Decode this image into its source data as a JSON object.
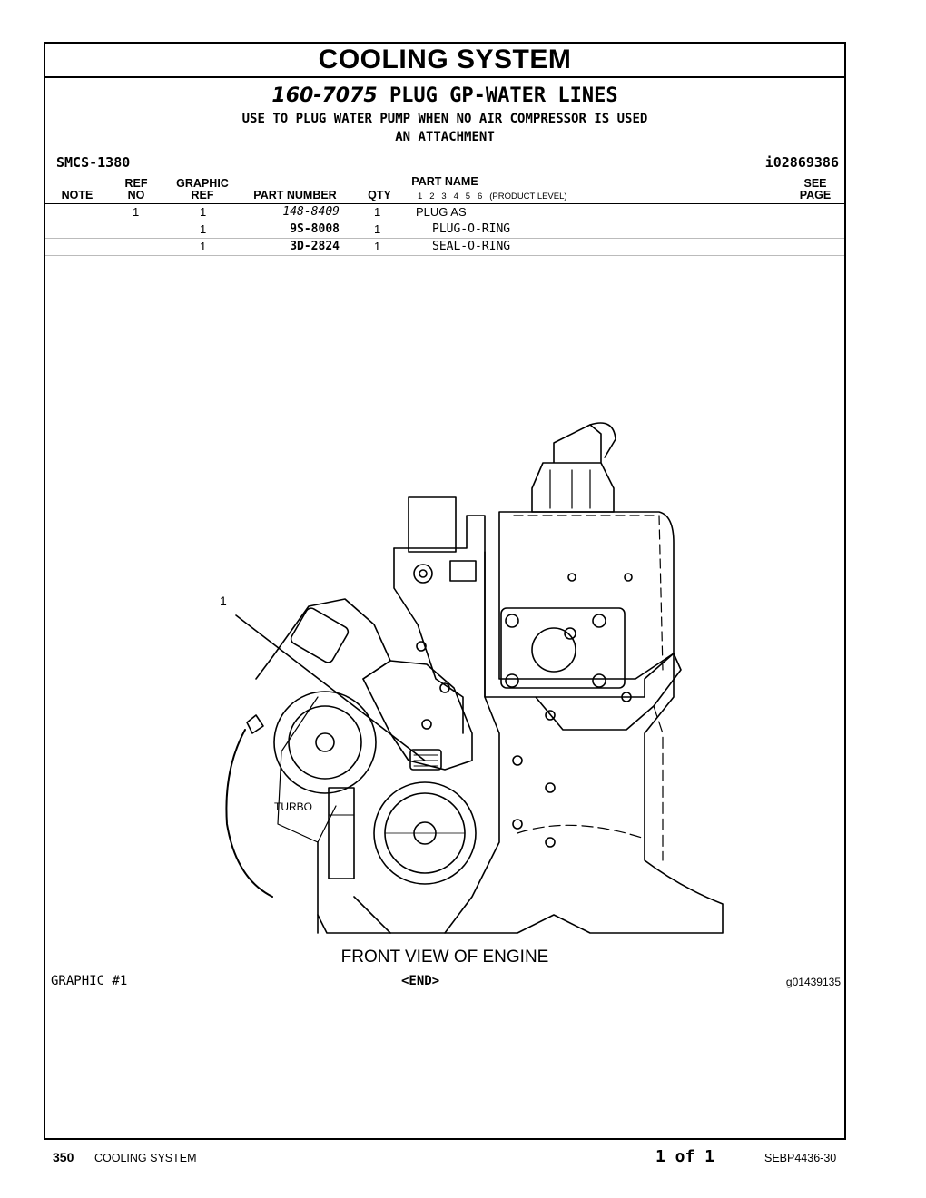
{
  "header": {
    "section_title": "COOLING SYSTEM",
    "group_number": "160-7075",
    "group_name": "PLUG GP-WATER LINES",
    "description_1": "USE TO PLUG WATER PUMP WHEN NO AIR COMPRESSOR IS USED",
    "description_2": "AN ATTACHMENT",
    "smcs": "SMCS-1380",
    "ident": "i02869386"
  },
  "table": {
    "columns": {
      "note": "NOTE",
      "ref_top": "REF",
      "ref_bottom": "NO",
      "graphic_top": "GRAPHIC",
      "graphic_bottom": "REF",
      "part_number": "PART NUMBER",
      "qty": "QTY",
      "part_name": "PART NAME",
      "levels": "1   2   3   4   5   6   (PRODUCT LEVEL)",
      "see_top": "SEE",
      "see_bottom": "PAGE"
    },
    "rows": [
      {
        "note": "",
        "ref_no": "1",
        "graphic_ref": "1",
        "part_number": "148-8409",
        "qty": "1",
        "part_name": "PLUG AS"
      },
      {
        "note": "",
        "ref_no": "",
        "graphic_ref": "1",
        "part_number": "9S-8008",
        "qty": "1",
        "part_name": "PLUG-O-RING"
      },
      {
        "note": "",
        "ref_no": "",
        "graphic_ref": "1",
        "part_number": "3D-2824",
        "qty": "1",
        "part_name": "SEAL-O-RING"
      }
    ]
  },
  "figure": {
    "callout_1": "1",
    "turbo_label": "TURBO",
    "caption": "FRONT VIEW OF ENGINE",
    "graphic_label": "GRAPHIC #1",
    "end_label": "<END>",
    "graphic_number": "g01439135"
  },
  "footer": {
    "page_number": "350",
    "section": "COOLING SYSTEM",
    "page_count": "1 of 1",
    "doc_number": "SEBP4436-30"
  }
}
